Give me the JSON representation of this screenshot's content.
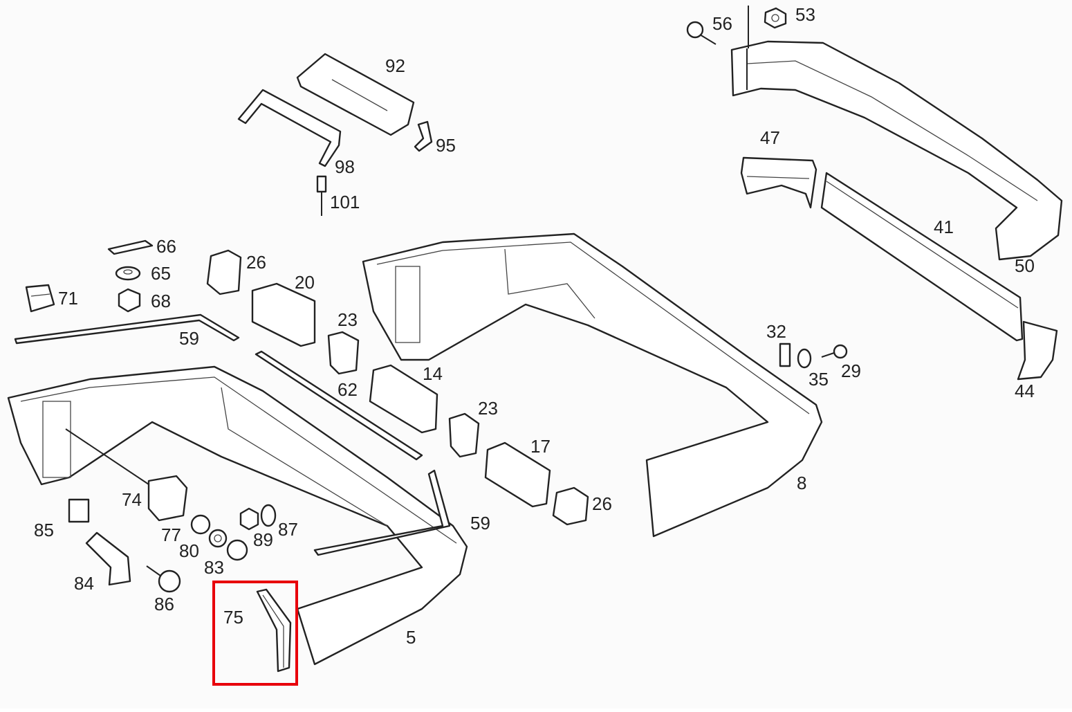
{
  "diagram": {
    "type": "exploded-parts-diagram",
    "highlight_color": "#e8000b",
    "highlighted_part": "75",
    "callouts": {
      "c56": "56",
      "c53": "53",
      "c92": "92",
      "c95": "95",
      "c98": "98",
      "c101": "101",
      "c47": "47",
      "c41": "41",
      "c50": "50",
      "c66": "66",
      "c65": "65",
      "c68": "68",
      "c71": "71",
      "c26a": "26",
      "c20": "20",
      "c23a": "23",
      "c59a": "59",
      "c62": "62",
      "c14": "14",
      "c23b": "23",
      "c17": "17",
      "c26b": "26",
      "c32": "32",
      "c35": "35",
      "c29": "29",
      "c44": "44",
      "c8": "8",
      "c74": "74",
      "c85": "85",
      "c77": "77",
      "c80": "80",
      "c89": "89",
      "c87": "87",
      "c83": "83",
      "c59b": "59",
      "c84": "84",
      "c86": "86",
      "c75": "75",
      "c5": "5"
    }
  }
}
